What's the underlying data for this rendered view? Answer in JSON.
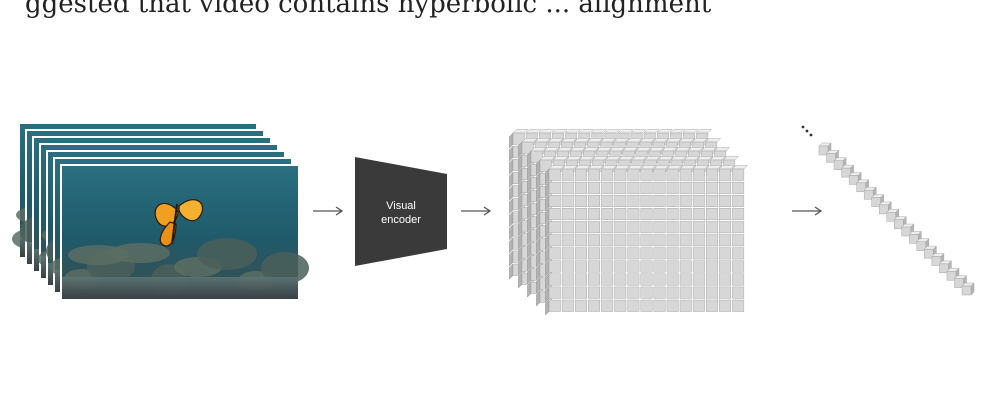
{
  "top_text": "ggested that video contains hyperbolic ... alignment",
  "frames": {
    "count": 7,
    "subject": "butterfly over coral reef",
    "colors": {
      "water": "#1f5d6e",
      "reef": "#4a5f5a",
      "border": "#ffffff",
      "wing": "#f0a020"
    }
  },
  "encoder": {
    "label_line1": "Visual",
    "label_line2": "encoder",
    "fill": "#3a3a3a"
  },
  "arrows": {
    "color": "#555555",
    "count": 3
  },
  "cube": {
    "cols": 15,
    "rows": 11,
    "depth_layers": 5,
    "face_color": "#d7d7d7",
    "top_color": "#eeeeee",
    "side_color": "#b2b2b2"
  },
  "token_sequence": {
    "count": 20,
    "ellipsis": "...",
    "face_color": "#d7d7d7"
  }
}
